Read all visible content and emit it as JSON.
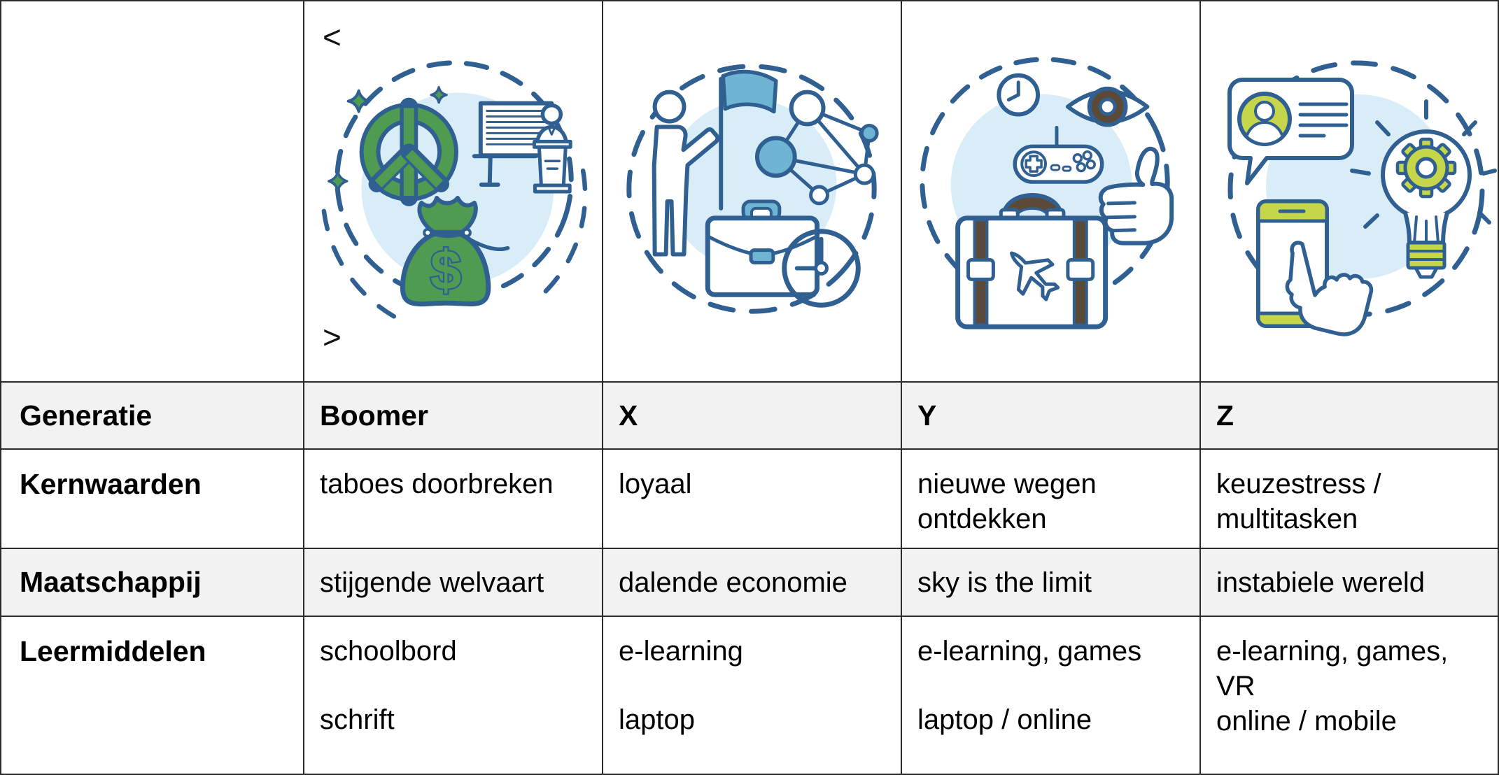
{
  "nav": {
    "prev": "<",
    "next": ">"
  },
  "table": {
    "header": {
      "label": "Generatie",
      "values": [
        "Boomer",
        "X",
        "Y",
        "Z"
      ]
    },
    "rows": [
      {
        "label": "Kernwaarden",
        "values": [
          "taboes doorbreken",
          "loyaal",
          "nieuwe wegen ontdekken",
          "keuzestress / multitasken"
        ]
      },
      {
        "label": "Maatschappij",
        "values": [
          "stijgende welvaart",
          "dalende economie",
          "sky is the limit",
          "instabiele wereld"
        ]
      },
      {
        "label": "Leermiddelen",
        "primary": [
          "schoolbord",
          "e-learning",
          "e-learning, games",
          "e-learning, games, VR"
        ],
        "secondary": [
          "schrift",
          "laptop",
          "laptop / online",
          "online / mobile"
        ]
      }
    ]
  },
  "illustrations": [
    {
      "generation": "Boomer",
      "money_symbol": "$",
      "icons": [
        "sparkle-icon",
        "peace-sign-icon",
        "presentation-board-icon",
        "speaker-podium-icon",
        "money-bag-icon"
      ]
    },
    {
      "generation": "X",
      "icons": [
        "person-icon",
        "flag-icon",
        "network-graph-icon",
        "briefcase-icon",
        "clock-icon"
      ]
    },
    {
      "generation": "Y",
      "icons": [
        "clock-icon",
        "eye-icon",
        "game-controller-icon",
        "thumbs-up-icon",
        "suitcase-icon",
        "airplane-icon"
      ]
    },
    {
      "generation": "Z",
      "icons": [
        "chat-bubble-icon",
        "avatar-icon",
        "smartphone-icon",
        "tap-hand-icon",
        "lightbulb-gear-icon"
      ]
    }
  ],
  "colors": {
    "outline_blue": "#305f91",
    "fill_teal": "#6fb4d3",
    "light_blue": "#d8edf7",
    "green": "#4f9b51",
    "yellow_green": "#c6d64a",
    "brown": "#5c4a39",
    "row_gray": "#f2f2f2",
    "border": "#2b2b2b",
    "text": "#000000"
  }
}
